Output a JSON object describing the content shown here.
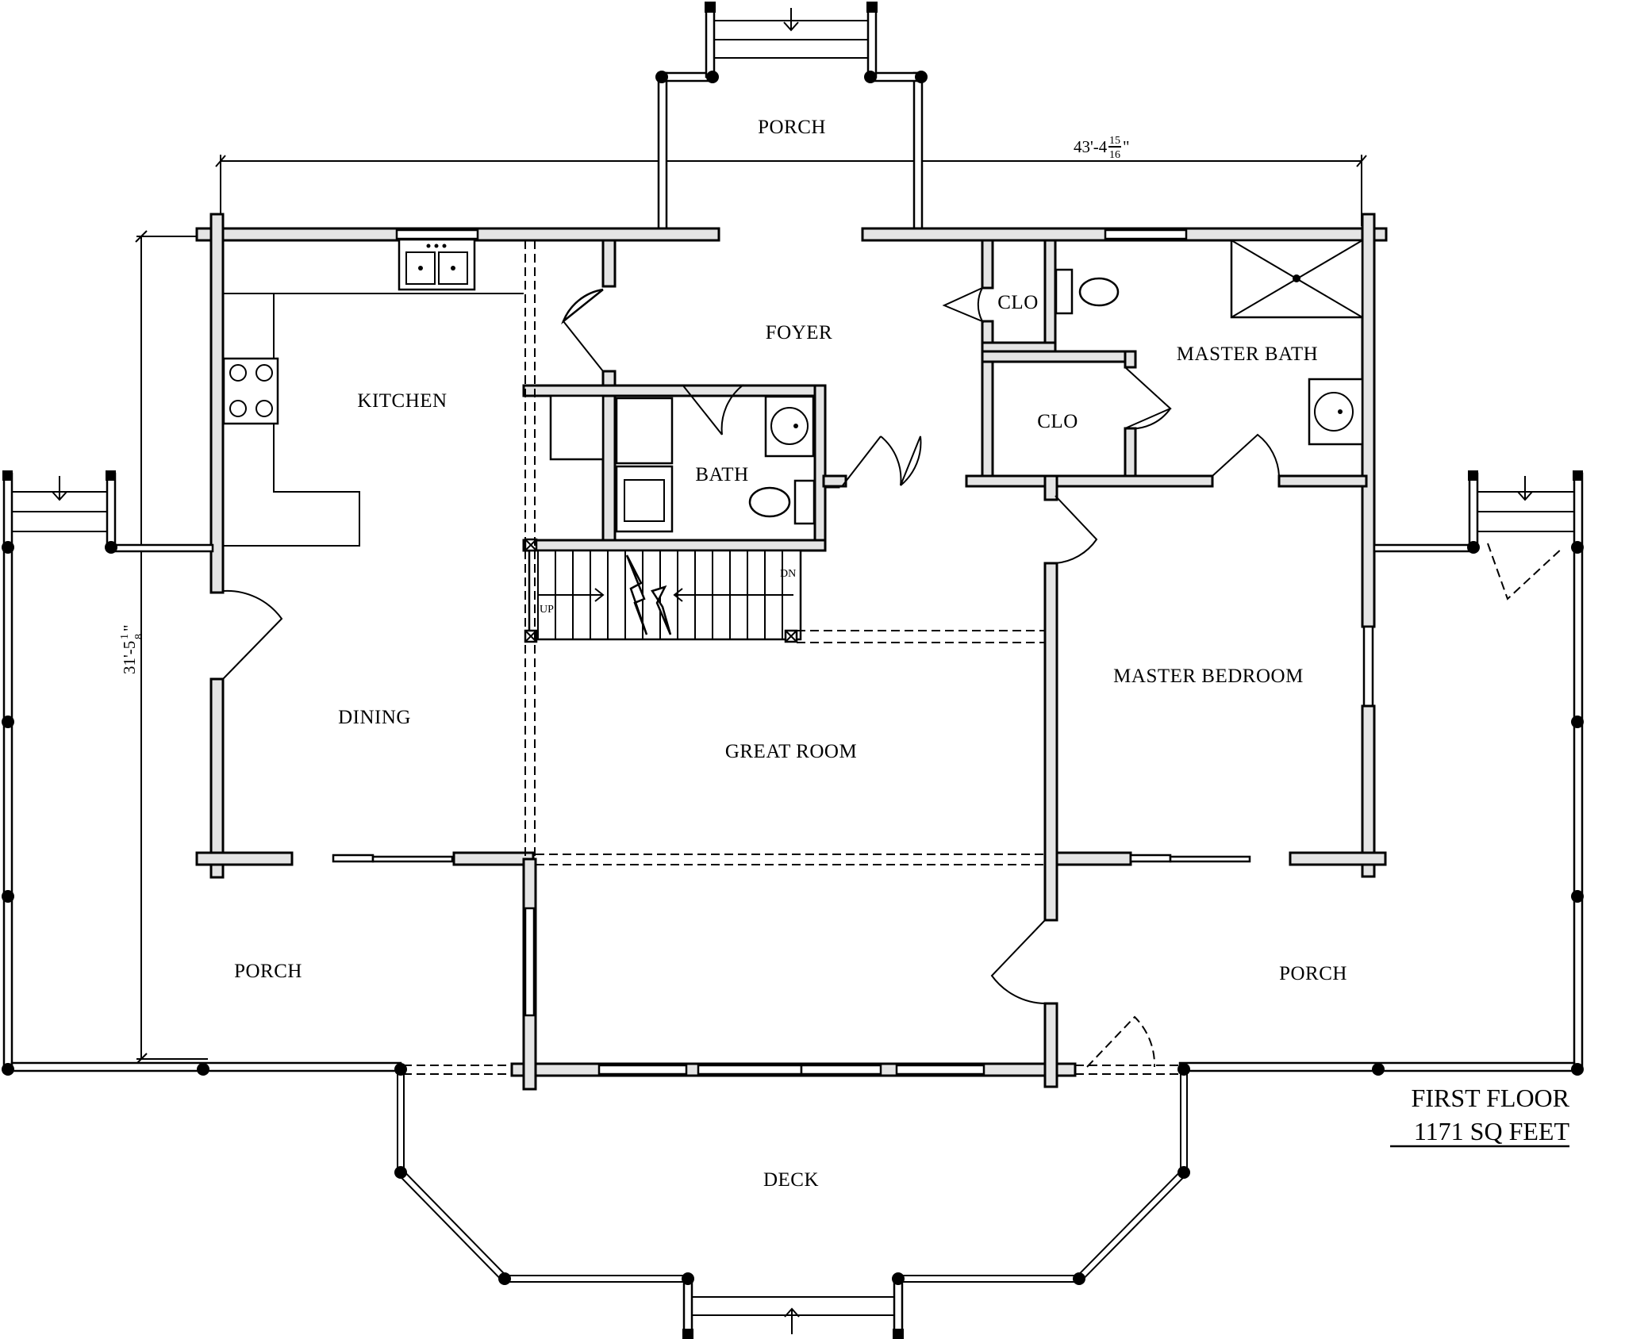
{
  "plan": {
    "title": "FIRST FLOOR",
    "area": "1171 SQ FEET",
    "width_dimension": {
      "main": "43'-4",
      "num": "15",
      "den": "16",
      "tail": "\""
    },
    "depth_dimension": {
      "main": "31'-5",
      "num": "1",
      "den": "8",
      "tail": "\""
    },
    "rooms": {
      "porch_front": "PORCH",
      "kitchen": "KITCHEN",
      "foyer": "FOYER",
      "clo_upper": "CLO",
      "clo_lower": "CLO",
      "master_bath": "MASTER BATH",
      "bath": "BATH",
      "dining": "DINING",
      "great_room": "GREAT ROOM",
      "master_bedroom": "MASTER BEDROOM",
      "porch_left": "PORCH",
      "porch_right": "PORCH",
      "deck": "DECK"
    },
    "stair_labels": {
      "up": "UP",
      "down": "DN"
    }
  }
}
